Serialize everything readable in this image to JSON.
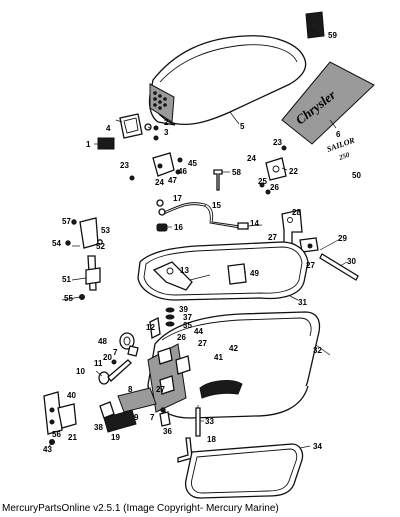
{
  "diagram": {
    "decal_brand": "Chrysler",
    "decal_model": "SAILOR",
    "decal_power": "250",
    "callouts": {
      "p1": "1",
      "p2": "2",
      "p3": "3",
      "p4": "4",
      "p5": "5",
      "p6": "6",
      "p7a": "7",
      "p7b": "7",
      "p8": "8",
      "p9": "9",
      "p10": "10",
      "p11": "11",
      "p12": "12",
      "p13": "13",
      "p14": "14",
      "p15": "15",
      "p16": "16",
      "p17": "17",
      "p18": "18",
      "p19": "19",
      "p20": "20",
      "p21": "21",
      "p22": "22",
      "p23a": "23",
      "p23b": "23",
      "p24a": "24",
      "p24b": "24",
      "p25": "25",
      "p26a": "26",
      "p26b": "26",
      "p27a": "27",
      "p27b": "27",
      "p27c": "27",
      "p27d": "27",
      "p28": "28",
      "p29": "29",
      "p30": "30",
      "p31": "31",
      "p32": "32",
      "p33": "33",
      "p34": "34",
      "p35": "35",
      "p36": "36",
      "p37": "37",
      "p38": "38",
      "p39": "39",
      "p40": "40",
      "p41": "41",
      "p42": "42",
      "p43": "43",
      "p44": "44",
      "p45": "45",
      "p46": "46",
      "p47": "47",
      "p48": "48",
      "p49": "49",
      "p50": "50",
      "p51": "51",
      "p52": "52",
      "p53": "53",
      "p54": "54",
      "p55": "55",
      "p56": "56",
      "p57": "57",
      "p58": "58",
      "p59": "59"
    }
  },
  "footer": {
    "text": "MercuryPartsOnline v2.5.1 (Image Copyright- Mercury Marine)"
  }
}
